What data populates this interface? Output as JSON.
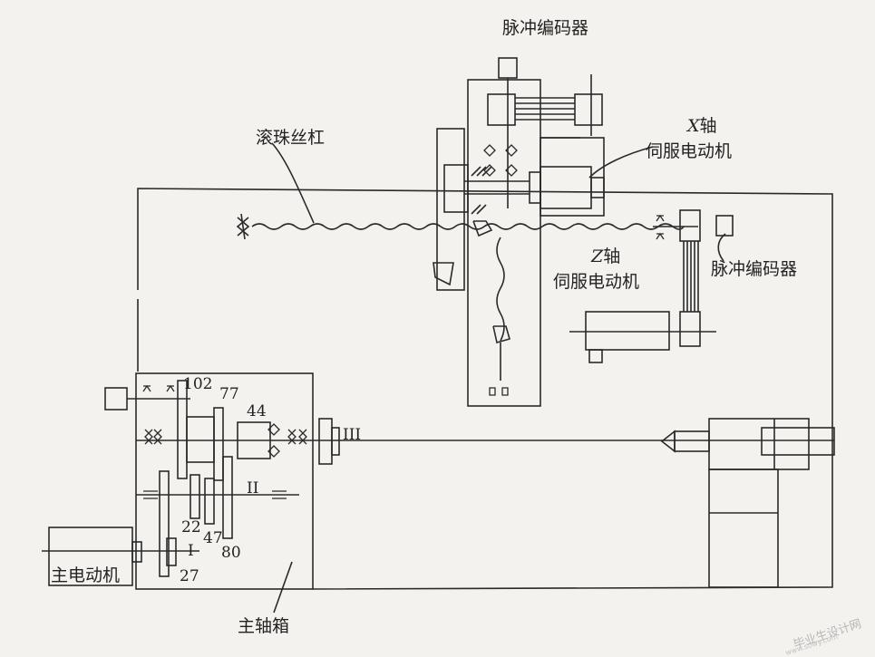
{
  "labels": {
    "pulse_encoder_top": "脉冲编码器",
    "ball_screw": "滚珠丝杠",
    "x_axis_motor_line1_axis": "X",
    "x_axis_motor_line1_suffix": "轴",
    "x_axis_motor_line2": "伺服电动机",
    "pulse_encoder_right": "脉冲编码器",
    "z_axis_motor_line1_axis": "Z",
    "z_axis_motor_line1_suffix": "轴",
    "z_axis_motor_line2": "伺服电动机",
    "main_motor": "主电动机",
    "spindle_box": "主轴箱"
  },
  "gears": {
    "g102": "102",
    "g77": "77",
    "g44": "44",
    "g22": "22",
    "g47": "47",
    "g80": "80",
    "g27": "27"
  },
  "shafts": {
    "shaft_I": "I",
    "shaft_II": "II",
    "shaft_III": "III"
  },
  "watermark": {
    "main": "毕业生设计网",
    "sub": "www.sowy.com"
  },
  "colors": {
    "line": "#2a2a2a",
    "background": "#f4f2ee"
  }
}
